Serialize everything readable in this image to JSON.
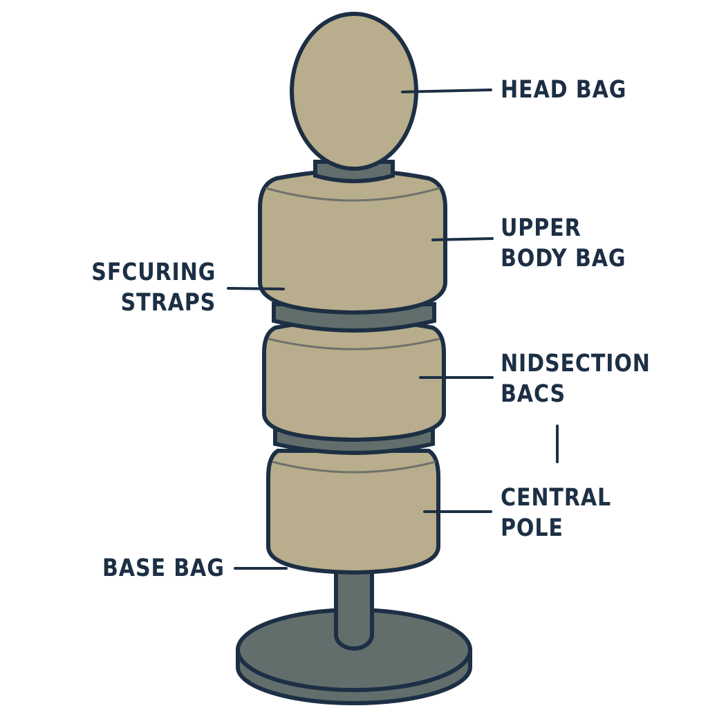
{
  "diagram": {
    "colors": {
      "bag_fill": "#b8ad8c",
      "ring_fill": "#626e6c",
      "outline": "#1c2f44",
      "label_text": "#1c2f44",
      "background": "#ffffff"
    },
    "labels": {
      "head_bag": {
        "line1": "HEAD BAG"
      },
      "upper_body_bag": {
        "line1": "UPPER",
        "line2": "BODY BAG"
      },
      "securing_straps": {
        "line1": "SFCURING",
        "line2": "STRAPS"
      },
      "midsection_bags": {
        "line1": "NIDSECTION",
        "line2": "BACS"
      },
      "central_pole": {
        "line1": "CENTRAL",
        "line2": "POLE"
      },
      "base_bag": {
        "line1": "BASE BAG"
      }
    }
  }
}
